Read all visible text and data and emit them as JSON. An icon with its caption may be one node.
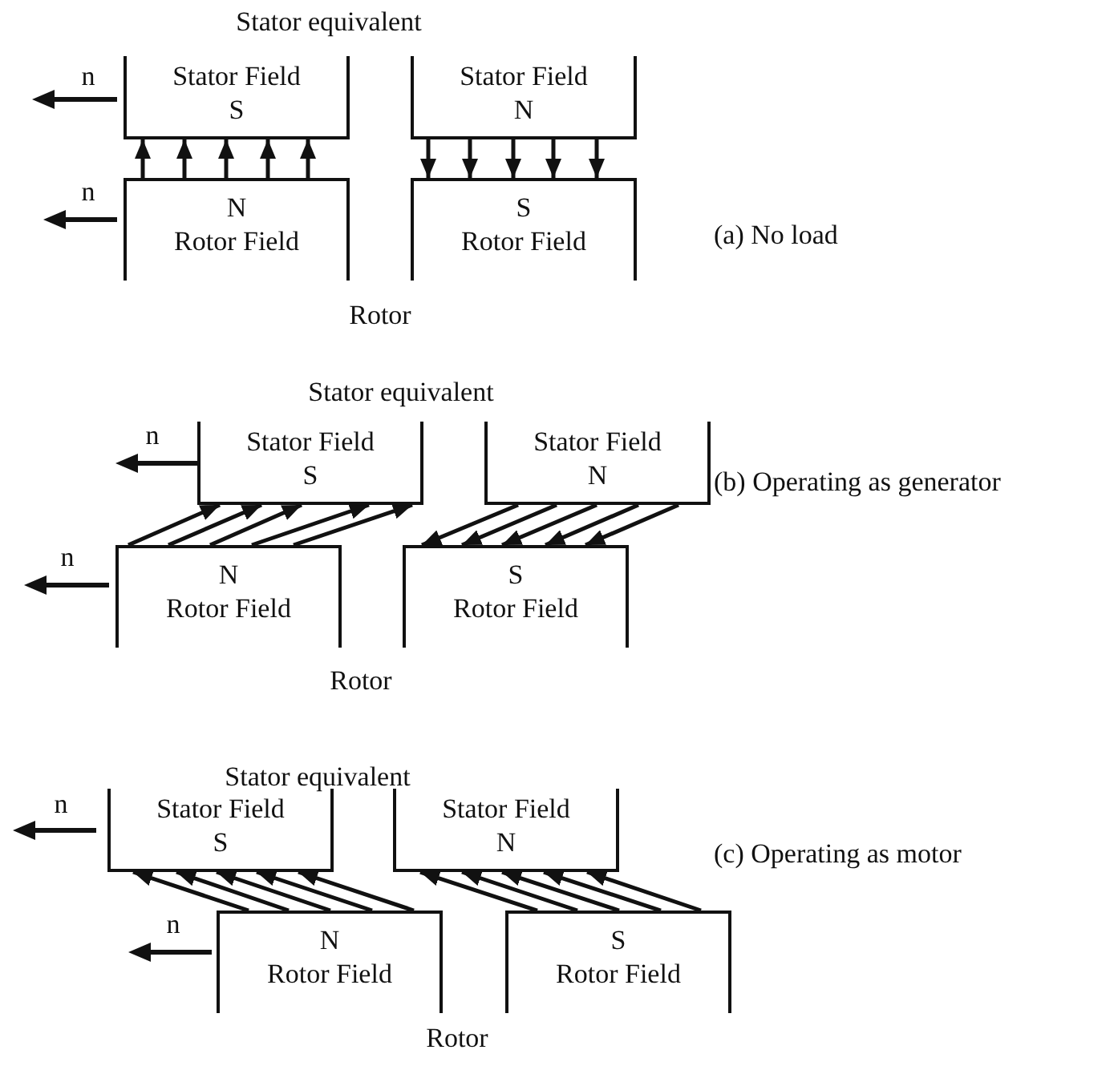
{
  "diagram": {
    "nodes": [
      {
        "text": [
          "Stator Field",
          "S"
        ]
      },
      {
        "text": [
          "Stator Field",
          "N"
        ]
      },
      {
        "text": [
          "N",
          "Rotor Field"
        ]
      },
      {
        "text": [
          "S",
          "Rotor Field"
        ]
      },
      {
        "text": [
          "Stator Field",
          "S"
        ]
      },
      {
        "text": [
          "Stator Field",
          "N"
        ]
      },
      {
        "text": [
          "N",
          "Rotor Field"
        ]
      },
      {
        "text": [
          "S",
          "Rotor Field"
        ]
      },
      {
        "text": [
          "Stator Field",
          "S"
        ]
      },
      {
        "text": [
          "Stator Field",
          "N"
        ]
      },
      {
        "text": [
          "N",
          "Rotor Field"
        ]
      },
      {
        "text": [
          "S",
          "Rotor Field"
        ]
      }
    ],
    "edges": [
      {
        "from": 2,
        "to": 0,
        "arrow": "to"
      },
      {
        "from": 2,
        "to": 0,
        "arrow": "to"
      },
      {
        "from": 2,
        "to": 0,
        "arrow": "to"
      },
      {
        "from": 2,
        "to": 0,
        "arrow": "to"
      },
      {
        "from": 2,
        "to": 0,
        "arrow": "to"
      },
      {
        "from": 1,
        "to": 3,
        "arrow": "to"
      },
      {
        "from": 1,
        "to": 3,
        "arrow": "to"
      },
      {
        "from": 1,
        "to": 3,
        "arrow": "to"
      },
      {
        "from": 1,
        "to": 3,
        "arrow": "to"
      },
      {
        "from": 1,
        "to": 3,
        "arrow": "to"
      },
      {
        "from": 6,
        "to": 4,
        "arrow": "to"
      },
      {
        "from": 6,
        "to": 4,
        "arrow": "to"
      },
      {
        "from": 6,
        "to": 4,
        "arrow": "to"
      },
      {
        "from": 6,
        "to": 4,
        "arrow": "to"
      },
      {
        "from": 6,
        "to": 4,
        "arrow": "to"
      },
      {
        "from": 5,
        "to": 7,
        "arrow": "to"
      },
      {
        "from": 5,
        "to": 7,
        "arrow": "to"
      },
      {
        "from": 5,
        "to": 7,
        "arrow": "to"
      },
      {
        "from": 5,
        "to": 7,
        "arrow": "to"
      },
      {
        "from": 5,
        "to": 7,
        "arrow": "to"
      },
      {
        "from": 10,
        "to": 8,
        "arrow": "to"
      },
      {
        "from": 10,
        "to": 8,
        "arrow": "to"
      },
      {
        "from": 10,
        "to": 8,
        "arrow": "to"
      },
      {
        "from": 10,
        "to": 8,
        "arrow": "to"
      },
      {
        "from": 10,
        "to": 8,
        "arrow": "to"
      },
      {
        "from": 11,
        "to": 9,
        "arrow": "to"
      },
      {
        "from": 11,
        "to": 9,
        "arrow": "to"
      },
      {
        "from": 11,
        "to": 9,
        "arrow": "to"
      },
      {
        "from": 11,
        "to": 9,
        "arrow": "to"
      },
      {
        "from": 11,
        "to": 9,
        "arrow": "to"
      }
    ],
    "labels": [
      "Stator equivalent",
      "n",
      "n",
      "(a) No load",
      "Rotor",
      "Stator equivalent",
      "n",
      "n",
      "(b) Operating as generator",
      "Rotor",
      "Stator equivalent",
      "n",
      "n",
      "(c) Operating as motor",
      "Rotor"
    ]
  }
}
